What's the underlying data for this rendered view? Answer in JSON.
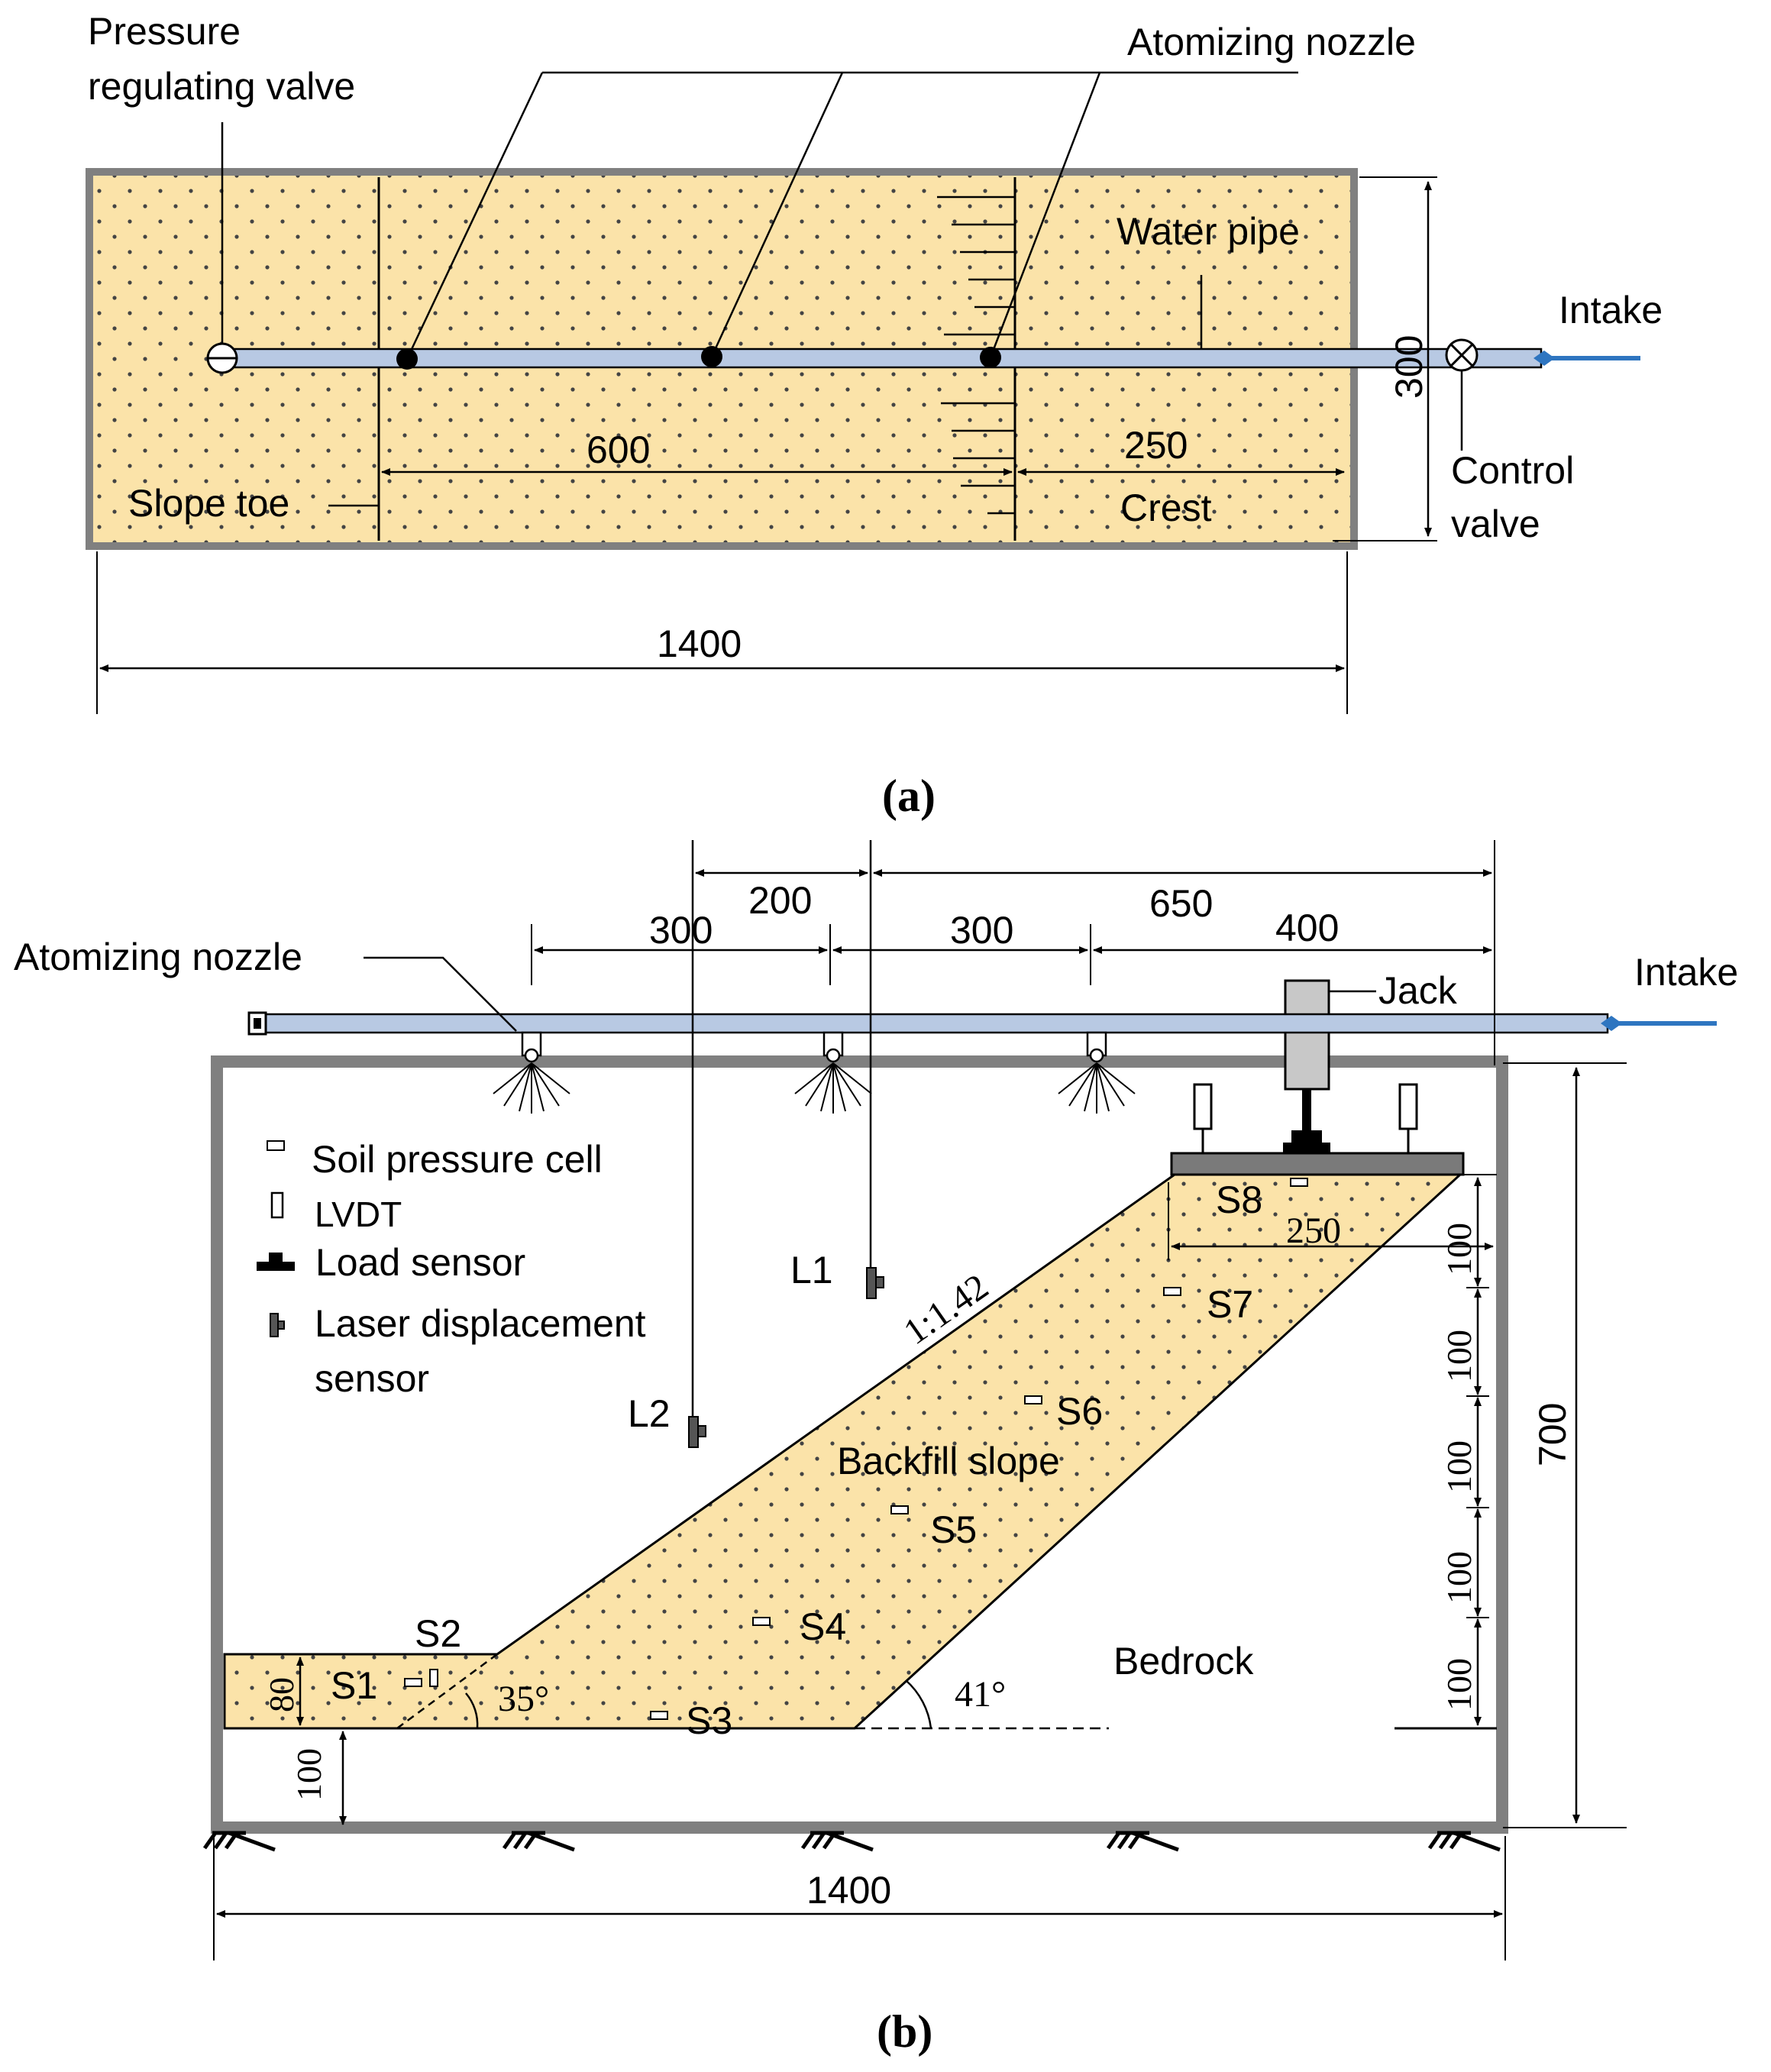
{
  "panel_a": {
    "caption": "(a)",
    "labels": {
      "pressure_valve_line1": "Pressure",
      "pressure_valve_line2": "regulating valve",
      "atomizing_nozzle": "Atomizing nozzle",
      "water_pipe": "Water pipe",
      "intake": "Intake",
      "control_valve_line1": "Control",
      "control_valve_line2": "valve",
      "slope_toe": "Slope toe",
      "crest": "Crest"
    },
    "dimensions": {
      "width_total": "1400",
      "slope_length": "600",
      "crest_length": "250",
      "height": "300"
    }
  },
  "panel_b": {
    "caption": "(b)",
    "labels": {
      "atomizing_nozzle": "Atomizing nozzle",
      "intake": "Intake",
      "jack": "Jack",
      "backfill_slope": "Backfill slope",
      "bedrock": "Bedrock",
      "slope_ratio": "1:1.42",
      "angle_toe": "35°",
      "angle_base": "41°"
    },
    "legend": {
      "soil_pressure_cell": "Soil pressure cell",
      "lvdt": "LVDT",
      "load_sensor": "Load sensor",
      "laser_line1": "Laser displacement",
      "laser_line2": "sensor"
    },
    "sensors": {
      "S1": "S1",
      "S2": "S2",
      "S3": "S3",
      "S4": "S4",
      "S5": "S5",
      "S6": "S6",
      "S7": "S7",
      "S8": "S8",
      "L1": "L1",
      "L2": "L2"
    },
    "dimensions": {
      "d200": "200",
      "d650": "650",
      "d300_left": "300",
      "d300_mid": "300",
      "d400": "400",
      "d250": "250",
      "d700": "700",
      "d100_1": "100",
      "d100_2": "100",
      "d100_3": "100",
      "d100_4": "100",
      "d100_5": "100",
      "d80": "80",
      "d100_base": "100",
      "d1400": "1400"
    }
  },
  "colors": {
    "soil_fill": "#FBE3A9",
    "pipe_fill": "#B8C9E3",
    "intake_arrow": "#2E75C0",
    "frame_gray": "#808080",
    "jack_gray": "#C8C8C8"
  }
}
